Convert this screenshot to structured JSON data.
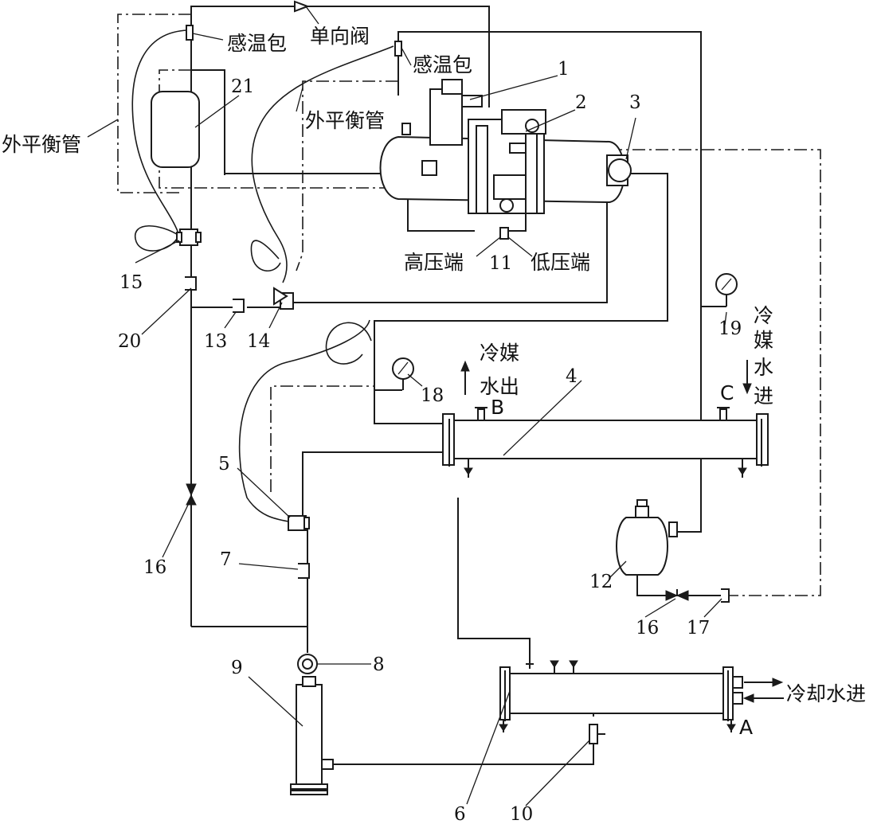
{
  "labels": {
    "sensor_bulb_left": "感温包",
    "check_valve": "单向阀",
    "sensor_bulb_right": "感温包",
    "ext_balance_left": "外平衡管",
    "ext_balance_mid": "外平衡管",
    "high_pressure": "高压端",
    "low_pressure": "低压端",
    "chilled_water_out_1": "冷媒",
    "chilled_water_out_2": "水出",
    "chilled_water_in": [
      "冷",
      "媒",
      "水",
      "进"
    ],
    "cooling_water_in": "冷却水进",
    "port_a": "A",
    "port_b": "B",
    "port_c": "C"
  },
  "numbers": {
    "n1": "1",
    "n2": "2",
    "n3": "3",
    "n4": "4",
    "n5": "5",
    "n6": "6",
    "n7": "7",
    "n8": "8",
    "n9": "9",
    "n10": "10",
    "n11": "11",
    "n12": "12",
    "n13": "13",
    "n14": "14",
    "n15": "15",
    "n16a": "16",
    "n16b": "16",
    "n17": "17",
    "n18": "18",
    "n19": "19",
    "n20": "20",
    "n21": "21"
  }
}
